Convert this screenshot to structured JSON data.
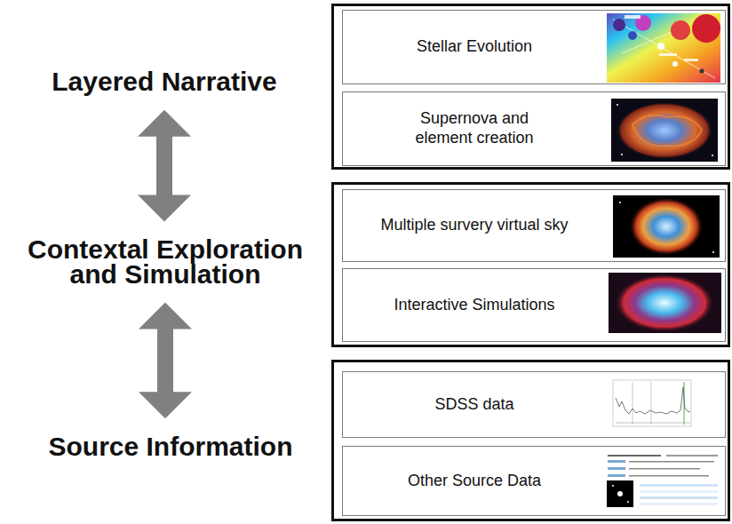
{
  "diagram": {
    "nodes": [
      {
        "text": [
          "Layered Narrative"
        ]
      },
      {
        "text": []
      },
      {
        "text": [
          "Stellar Evolution"
        ],
        "in": 1
      },
      {
        "text": [
          "Supernova and element creation"
        ],
        "in": 1
      },
      {
        "text": [
          "Contextal Exploration and Simulation"
        ]
      },
      {
        "text": []
      },
      {
        "text": [
          "Multiple survery virtual sky"
        ],
        "in": 5
      },
      {
        "text": [
          "Interactive Simulations"
        ],
        "in": 5
      },
      {
        "text": [
          "Source Information"
        ]
      },
      {
        "text": []
      },
      {
        "text": [
          "SDSS data"
        ],
        "in": 9
      },
      {
        "text": [
          "Other Source Data"
        ],
        "in": 9
      }
    ],
    "edges": [
      {
        "from": 0,
        "to": 4,
        "arrow": "both"
      },
      {
        "from": 4,
        "to": 8,
        "arrow": "both"
      }
    ]
  }
}
